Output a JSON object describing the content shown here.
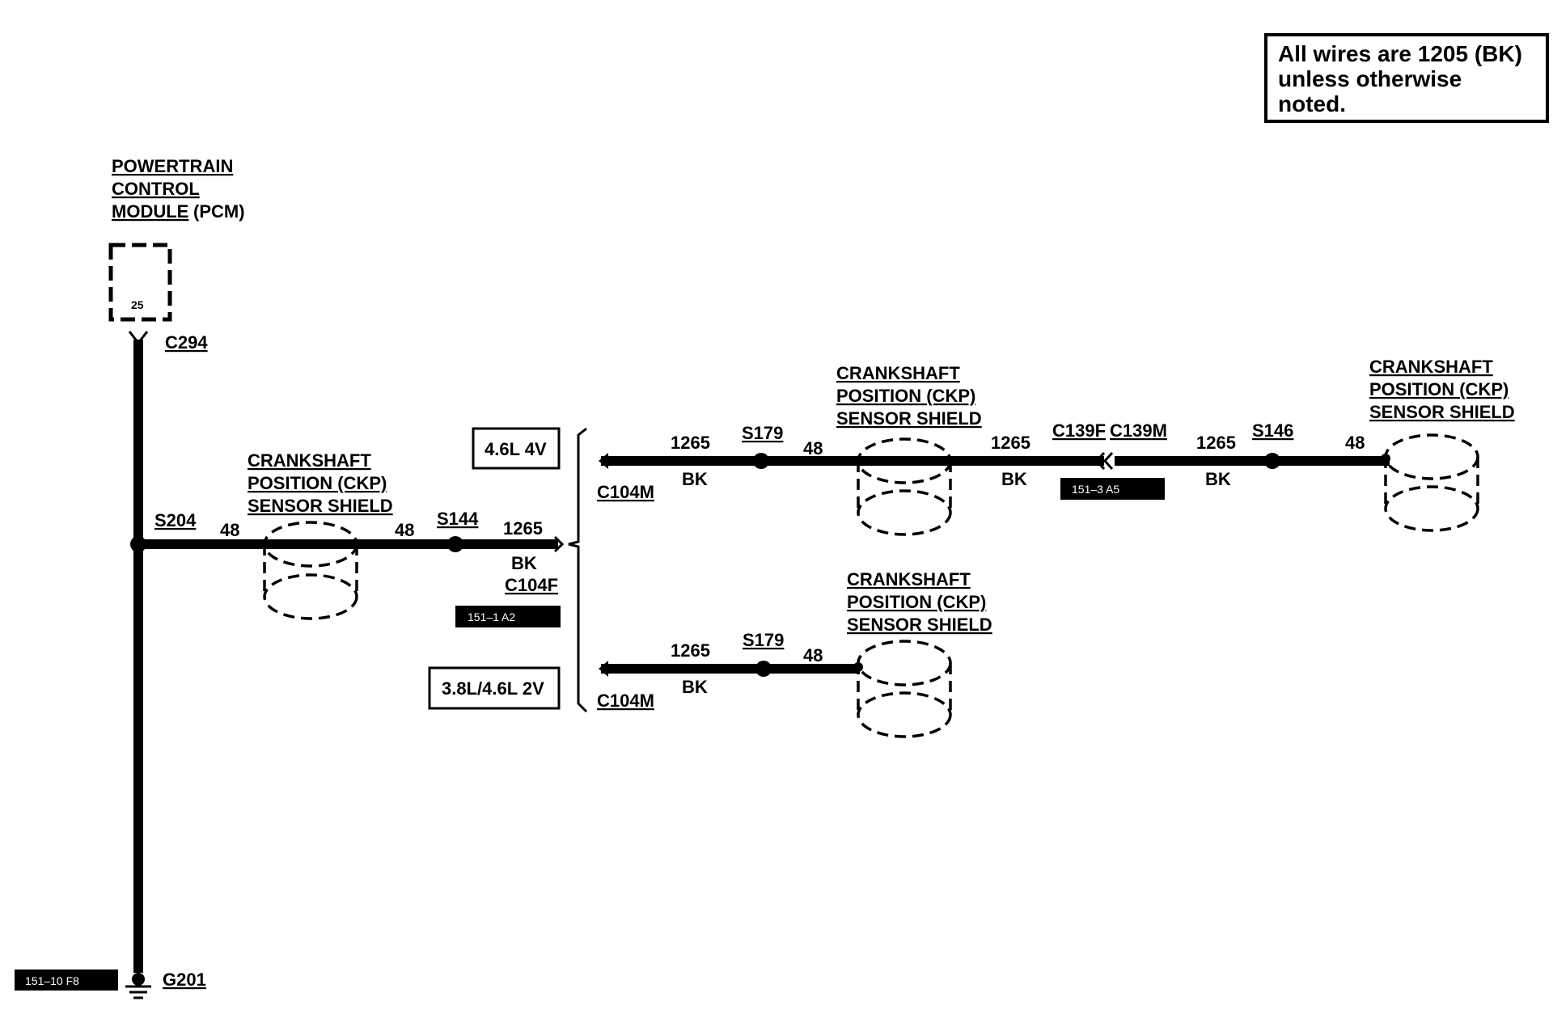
{
  "note": {
    "line1": "All wires are 1205 (BK)",
    "line2": "unless otherwise",
    "line3": "noted."
  },
  "pcm": {
    "line1": "POWERTRAIN",
    "line2": "CONTROL",
    "line3": "MODULE",
    "line3_suffix": "(PCM)",
    "pin": "25",
    "connector": "C294"
  },
  "ground": {
    "label": "G201",
    "ref": "151–10 F8"
  },
  "splices": {
    "s204": "S204",
    "s144": "S144",
    "s179_top": "S179",
    "s179_bottom": "S179",
    "s146": "S146"
  },
  "shield_left": {
    "line1": "CRANKSHAFT",
    "line2": "POSITION (CKP)",
    "line3": "SENSOR SHIELD"
  },
  "shield_mid_top": {
    "line1": "CRANKSHAFT",
    "line2": "POSITION (CKP)",
    "line3": "SENSOR SHIELD"
  },
  "shield_right": {
    "line1": "CRANKSHAFT",
    "line2": "POSITION (CKP)",
    "line3": "SENSOR SHIELD"
  },
  "shield_mid_bottom": {
    "line1": "CRANKSHAFT",
    "line2": "POSITION (CKP)",
    "line3": "SENSOR SHIELD"
  },
  "wires": {
    "w48_a": "48",
    "w48_b": "48",
    "w1265_a": "1265",
    "bk_a": "BK",
    "w1265_top1": "1265",
    "bk_top1": "BK",
    "w48_top1": "48",
    "w1265_top2": "1265",
    "bk_top2": "BK",
    "w1265_top3": "1265",
    "bk_top3": "BK",
    "w48_top2": "48",
    "w1265_bot": "1265",
    "bk_bot": "BK",
    "w48_bot": "48"
  },
  "connectors": {
    "c104f": "C104F",
    "c104m_top": "C104M",
    "c104m_bottom": "C104M",
    "c139f": "C139F",
    "c139m": "C139M"
  },
  "refs": {
    "r151_1": "151–1 A2",
    "r151_3": "151–3 A5"
  },
  "variants": {
    "top": "4.6L 4V",
    "bottom": "3.8L/4.6L 2V"
  }
}
